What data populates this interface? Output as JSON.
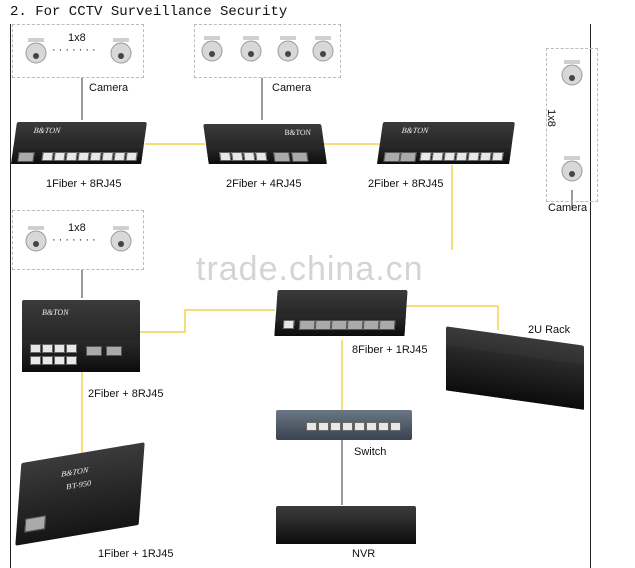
{
  "title": "2.  For CCTV Surveillance Security",
  "labels": {
    "camera_1": "Camera",
    "camera_2": "Camera",
    "camera_3": "Camera",
    "ratio_1": "1x8",
    "ratio_2": "1x8",
    "ratio_3": "1x8",
    "dev_1fiber_8rj45": "1Fiber + 8RJ45",
    "dev_2fiber_4rj45": "2Fiber + 4RJ45",
    "dev_2fiber_8rj45_top": "2Fiber + 8RJ45",
    "dev_2fiber_8rj45_mid": "2Fiber + 8RJ45",
    "dev_8fiber_1rj45": "8Fiber + 1RJ45",
    "rack": "2U Rack",
    "switch": "Switch",
    "nvr": "NVR",
    "dev_1fiber_1rj45": "1Fiber + 1RJ45"
  },
  "device_text": {
    "brand": "B&TON",
    "model": "BT-950"
  },
  "watermark": "trade.china.cn",
  "colors": {
    "link": "#f2d24a",
    "device": "#1a1a1a",
    "port": "#e8e8e8"
  }
}
